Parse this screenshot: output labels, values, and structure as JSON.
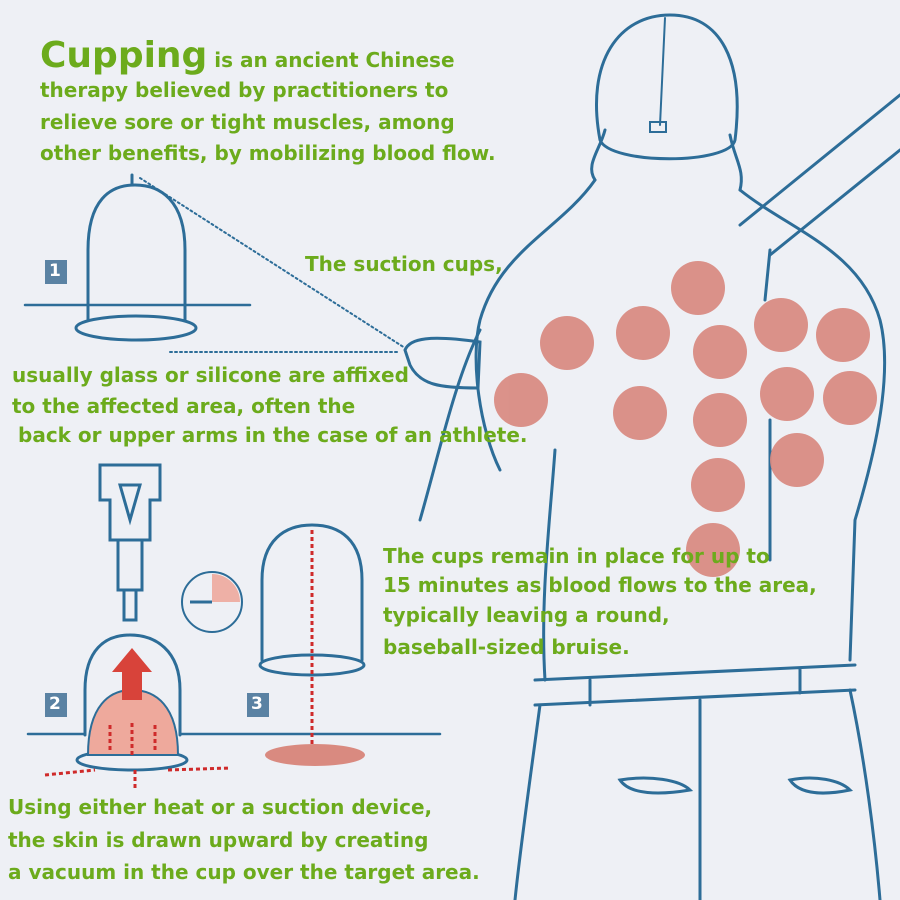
{
  "intro": {
    "title_word": "Cupping",
    "title_rest": " is an ancient Chinese",
    "lines": [
      "therapy believed by practitioners to",
      "relieve sore or tight muscles, among",
      "other benefits, by mobilizing blood flow."
    ]
  },
  "cups": {
    "heading": "The suction cups,",
    "lines": [
      "usually glass or silicone are affixed",
      "to the affected area, often the",
      "back or upper arms in the case of an athlete."
    ]
  },
  "remain": {
    "lines": [
      "The cups remain in place for up to",
      "15 minutes as blood flows to the area,",
      "typically leaving a round,",
      "baseball-sized bruise."
    ]
  },
  "method": {
    "lines": [
      "Using either heat or a suction device,",
      "the skin is drawn upward by creating",
      "a vacuum in the cup over the target area."
    ]
  },
  "steps": [
    "1",
    "2",
    "3"
  ],
  "colors": {
    "text": "#6cab1c",
    "line": "#2d6d98",
    "bruise": "#d98a80",
    "background": "#eef0f5"
  }
}
